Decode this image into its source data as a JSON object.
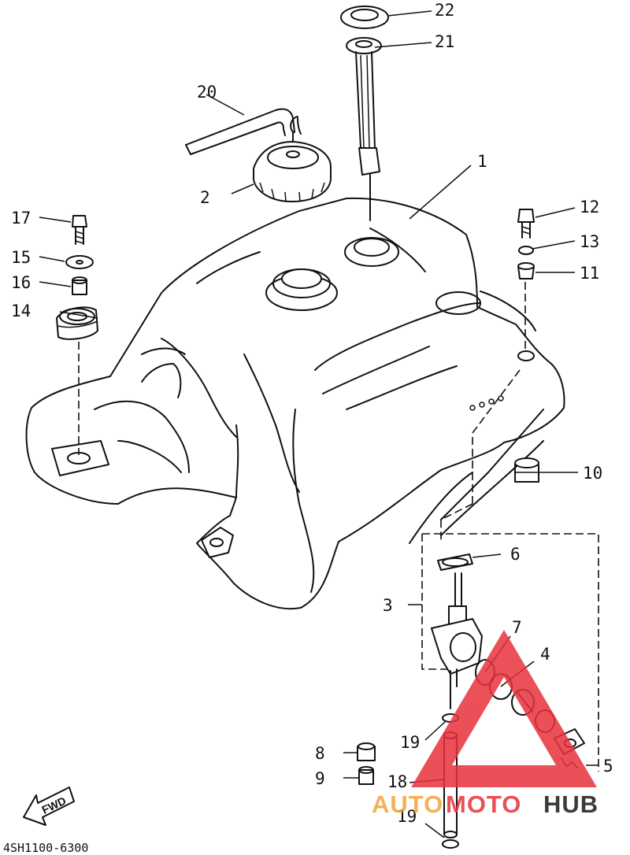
{
  "diagram": {
    "part_code": "4SH1100-6300",
    "fwd_label": "FWD",
    "callouts": [
      {
        "id": "c1",
        "label": "1"
      },
      {
        "id": "c2",
        "label": "2"
      },
      {
        "id": "c3",
        "label": "3"
      },
      {
        "id": "c4",
        "label": "4"
      },
      {
        "id": "c5",
        "label": "5"
      },
      {
        "id": "c6",
        "label": "6"
      },
      {
        "id": "c7",
        "label": "7"
      },
      {
        "id": "c8",
        "label": "8"
      },
      {
        "id": "c9",
        "label": "9"
      },
      {
        "id": "c10",
        "label": "10"
      },
      {
        "id": "c11",
        "label": "11"
      },
      {
        "id": "c12",
        "label": "12"
      },
      {
        "id": "c13",
        "label": "13"
      },
      {
        "id": "c14",
        "label": "14"
      },
      {
        "id": "c15",
        "label": "15"
      },
      {
        "id": "c16",
        "label": "16"
      },
      {
        "id": "c17",
        "label": "17"
      },
      {
        "id": "c18",
        "label": "18"
      },
      {
        "id": "c19a",
        "label": "19"
      },
      {
        "id": "c19b",
        "label": "19"
      },
      {
        "id": "c20",
        "label": "20"
      },
      {
        "id": "c21",
        "label": "21"
      },
      {
        "id": "c22",
        "label": "22"
      }
    ]
  },
  "watermark": {
    "part1": "AUTO",
    "part2": "MOTO",
    "part3": "HUB",
    "colors": {
      "red": "#e8323c",
      "orange": "#f2a33a",
      "dark": "#1a1a1a"
    }
  }
}
